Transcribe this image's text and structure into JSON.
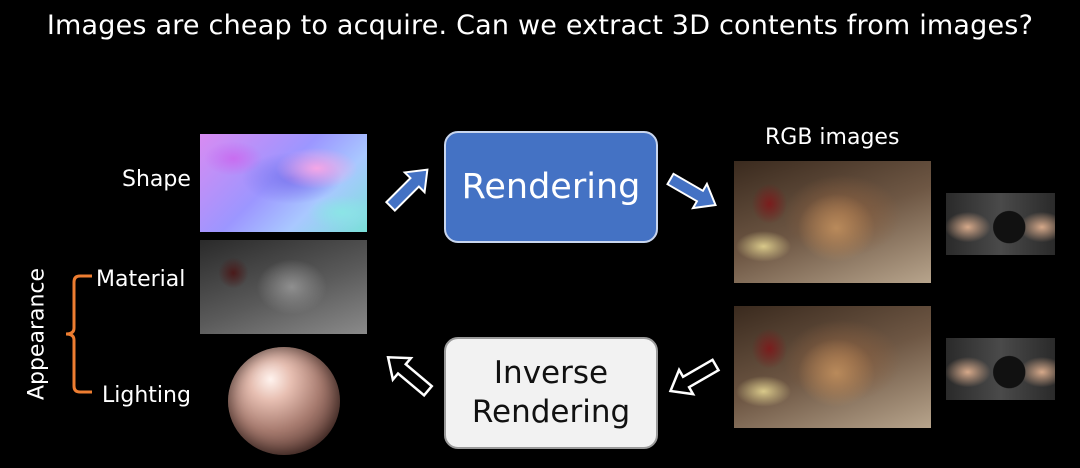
{
  "title": "Images are cheap to acquire. Can we extract 3D contents from images?",
  "labels": {
    "shape": "Shape",
    "material": "Material",
    "lighting": "Lighting",
    "appearance": "Appearance",
    "rgb_images": "RGB images"
  },
  "boxes": {
    "rendering": "Rendering",
    "inverse_line1": "Inverse",
    "inverse_line2": "Rendering"
  },
  "colors": {
    "background": "#000000",
    "rendering_box": "#4472c4",
    "inverse_box": "#f2f2f2",
    "brace": "#ed7d31",
    "arrow_blue": "#4472c4"
  },
  "icons": {
    "arrow_forward_1": "arrow-up-right",
    "arrow_forward_2": "arrow-down-right",
    "arrow_back_1": "arrow-down-left",
    "arrow_back_2": "arrow-up-left"
  }
}
